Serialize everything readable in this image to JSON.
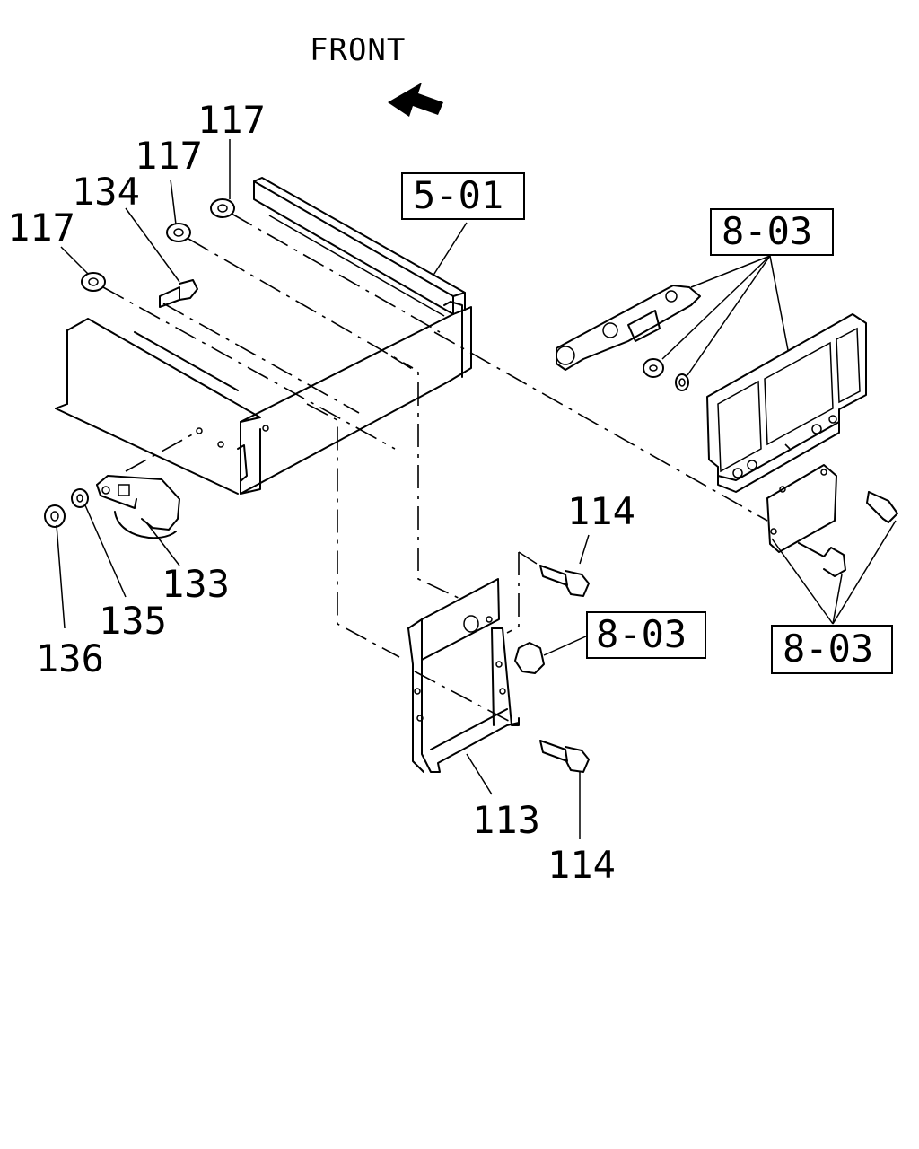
{
  "direction_label": "FRONT",
  "callouts": {
    "p117a": "117",
    "p117b": "117",
    "p117c": "117",
    "p134": "134",
    "p133": "133",
    "p135": "135",
    "p136": "136",
    "p114a": "114",
    "p114b": "114",
    "p113": "113"
  },
  "references": {
    "frame": "5-01",
    "lamp_upper": "8-03",
    "lamp_mid": "8-03",
    "lamp_lower": "8-03"
  }
}
